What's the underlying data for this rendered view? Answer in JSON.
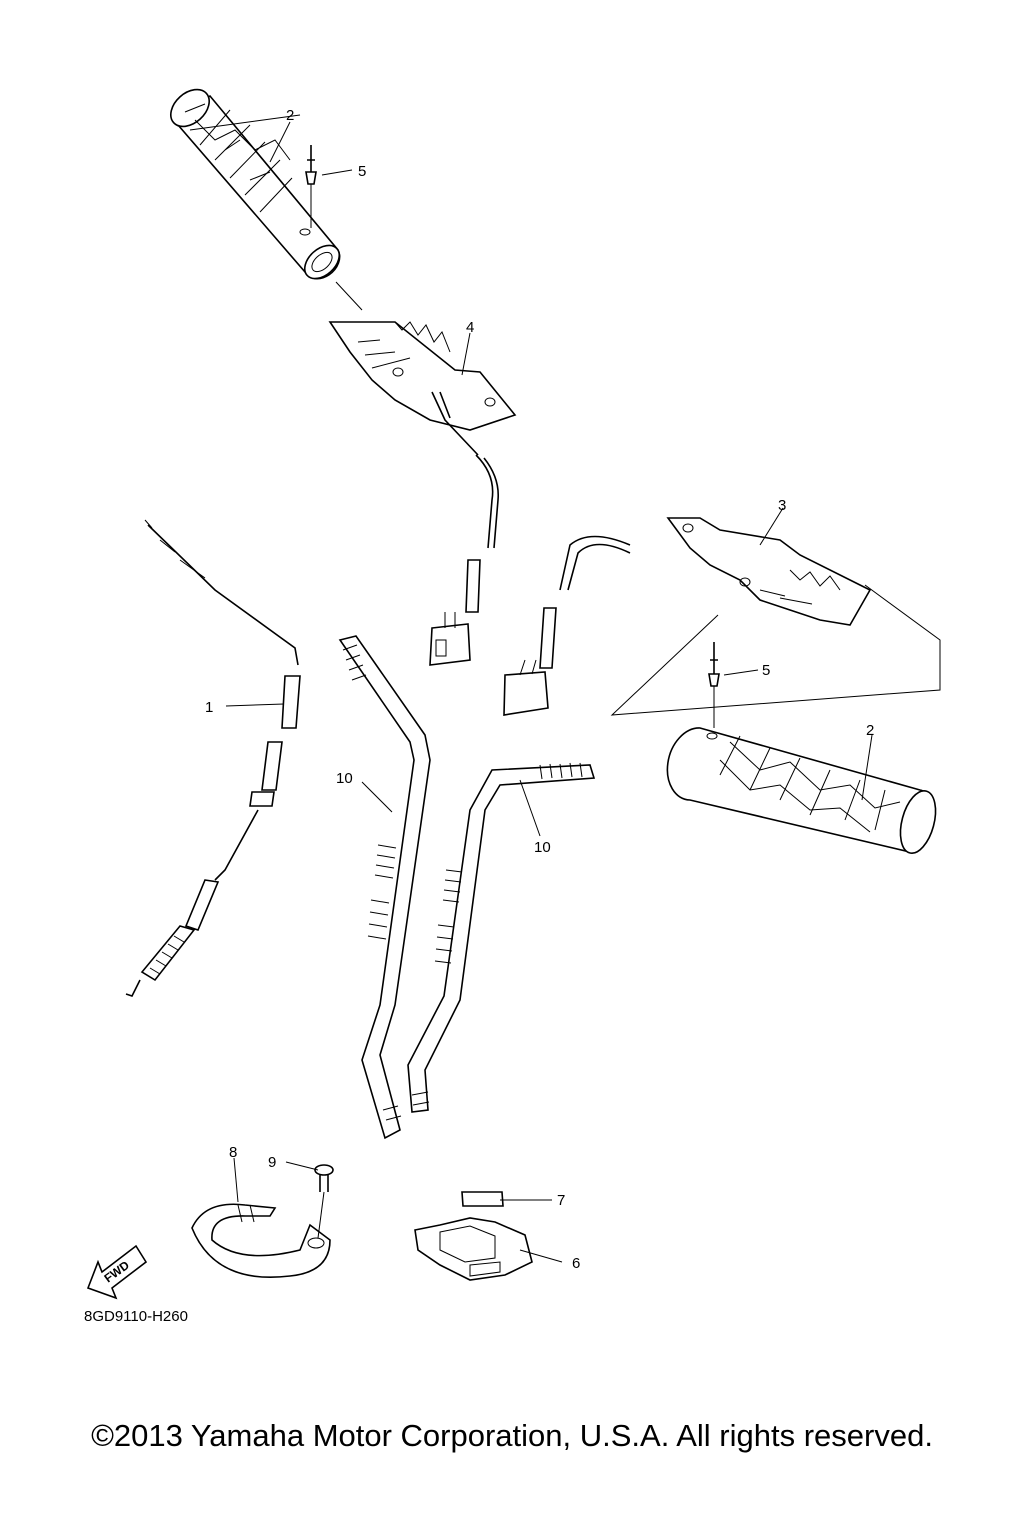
{
  "diagram": {
    "callouts": [
      "1",
      "2",
      "3",
      "4",
      "5",
      "6",
      "7",
      "8",
      "9",
      "10"
    ],
    "fwd_label": "FWD",
    "drawing_code": "8GD9110-H260"
  },
  "footer": {
    "copyright": "©2013 Yamaha Motor Corporation, U.S.A. All rights reserved."
  }
}
